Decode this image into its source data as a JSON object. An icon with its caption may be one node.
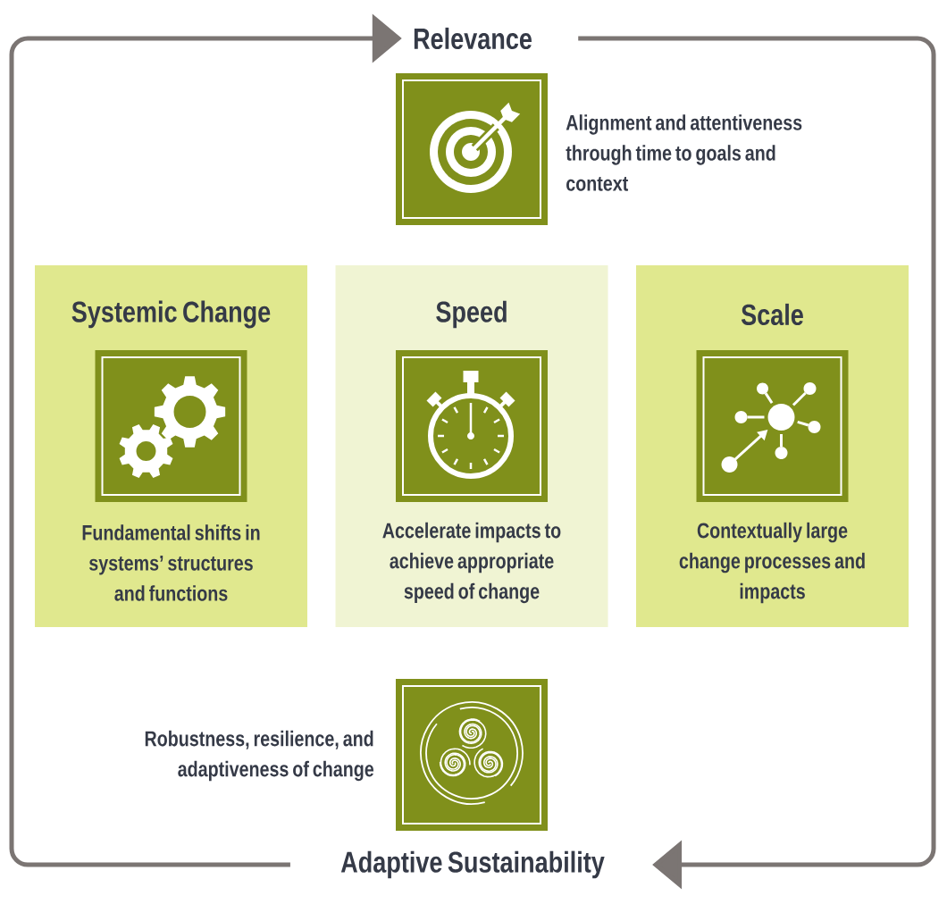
{
  "diagram": {
    "nodes": [
      {
        "text": [
          "Relevance"
        ]
      },
      {
        "text": [],
        "shape": "picture",
        "beside": [
          "Alignment and attentiveness through time to goals and context"
        ]
      },
      {
        "text": [
          "Systemic Change",
          "Fundamental shifts in systems’ structures and functions"
        ]
      },
      {
        "text": [],
        "shape": "picture",
        "in": 2
      },
      {
        "text": [
          "Speed",
          "Accelerate impacts to achieve appropriate speed of change"
        ]
      },
      {
        "text": [],
        "shape": "picture",
        "in": 4
      },
      {
        "text": [
          "Scale",
          "Contextually large change processes and impacts"
        ]
      },
      {
        "text": [],
        "shape": "picture",
        "in": 6
      },
      {
        "text": [],
        "shape": "picture",
        "beside": [
          "Robustness, resilience, and adaptiveness of change"
        ]
      },
      {
        "text": [
          "Adaptive Sustainability"
        ]
      }
    ],
    "edges": [
      {
        "from": 9,
        "to": 0,
        "arrow": "to"
      },
      {
        "from": 0,
        "to": 9,
        "arrow": "to"
      }
    ]
  }
}
